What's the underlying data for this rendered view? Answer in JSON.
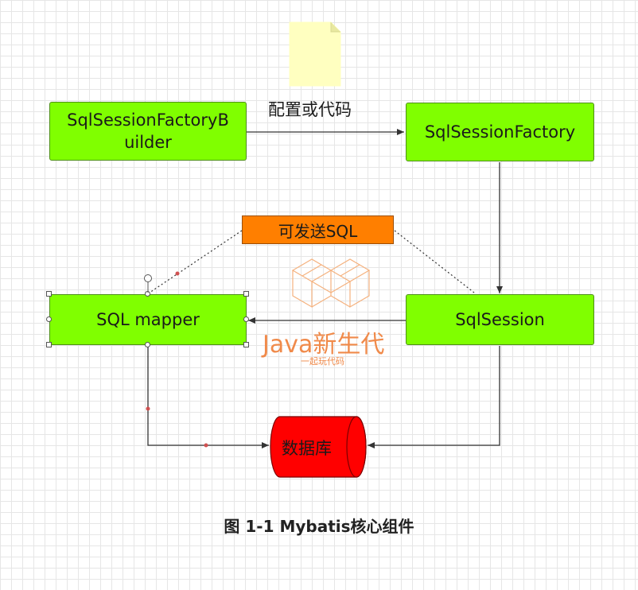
{
  "nodes": {
    "builder": "SqlSessionFactoryB uilder",
    "builder_line1": "SqlSessionFactoryB",
    "builder_line2": "uilder",
    "factory": "SqlSessionFactory",
    "session": "SqlSession",
    "mapper": "SQL mapper",
    "database": "数据库"
  },
  "labels": {
    "config_or_code": "配置或代码",
    "can_send_sql": "可发送SQL"
  },
  "watermark": {
    "title": "Java新生代",
    "subtitle": "一起玩代码"
  },
  "caption": "图 1-1 Mybatis核心组件",
  "colors": {
    "node_fill": "#80ff00",
    "highlight_fill": "#ff7f00",
    "database_fill": "#ff0000",
    "document_fill": "#ffffc0",
    "connector": "#333333",
    "watermark": "#f08a4a"
  }
}
